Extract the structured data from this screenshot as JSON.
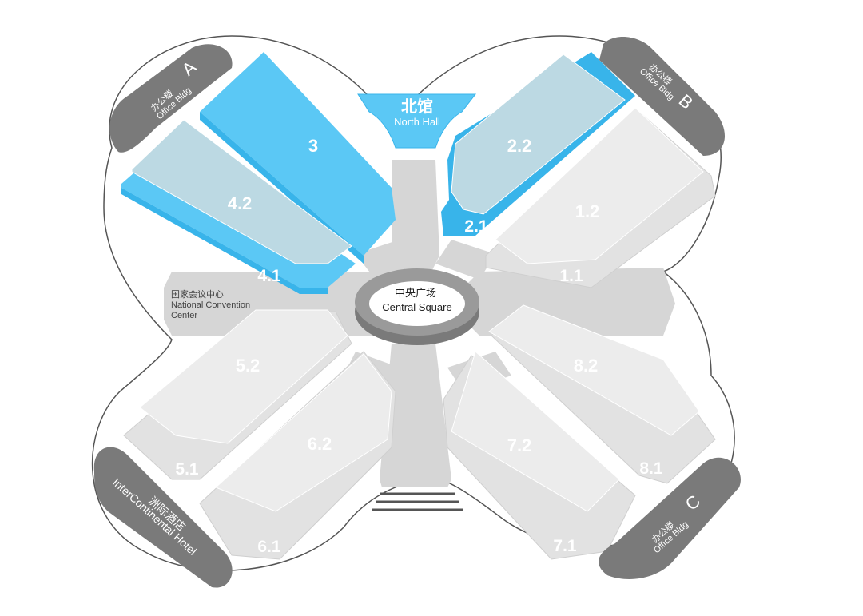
{
  "colors": {
    "active_hall": "#5bc8f5",
    "active_hall_dark": "#38b4ea",
    "active_upper": "#bcd9e3",
    "hall_light": "#e2e2e2",
    "hall_top": "#ececec",
    "road": "#d6d6d6",
    "building_dark": "#7a7a7a",
    "outline": "#555555"
  },
  "north_hall": {
    "zh": "北馆",
    "en": "North Hall"
  },
  "central_square": {
    "zh": "中央广场",
    "en": "Central Square"
  },
  "national_convention_center": {
    "zh": "国家会议中心",
    "en1": "National Convention",
    "en2": "Center"
  },
  "hotel": {
    "zh": "洲际酒店",
    "en": "InterContinental Hotel"
  },
  "office_a": {
    "zh": "办公楼",
    "en": "Office Bldg",
    "letter": "A"
  },
  "office_b": {
    "zh": "办公楼",
    "en": "Office Bldg",
    "letter": "B"
  },
  "office_c": {
    "zh": "办公楼",
    "en": "Office Bldg",
    "letter": "C"
  },
  "halls": {
    "h3": "3",
    "h4_2": "4.2",
    "h4_1": "4.1",
    "h2_2": "2.2",
    "h2_1": "2.1",
    "h1_2": "1.2",
    "h1_1": "1.1",
    "h5_2": "5.2",
    "h5_1": "5.1",
    "h6_2": "6.2",
    "h6_1": "6.1",
    "h7_2": "7.2",
    "h7_1": "7.1",
    "h8_2": "8.2",
    "h8_1": "8.1"
  },
  "highlighted_halls": [
    "3",
    "4.1",
    "4.2",
    "2.1",
    "2.2",
    "North Hall"
  ]
}
